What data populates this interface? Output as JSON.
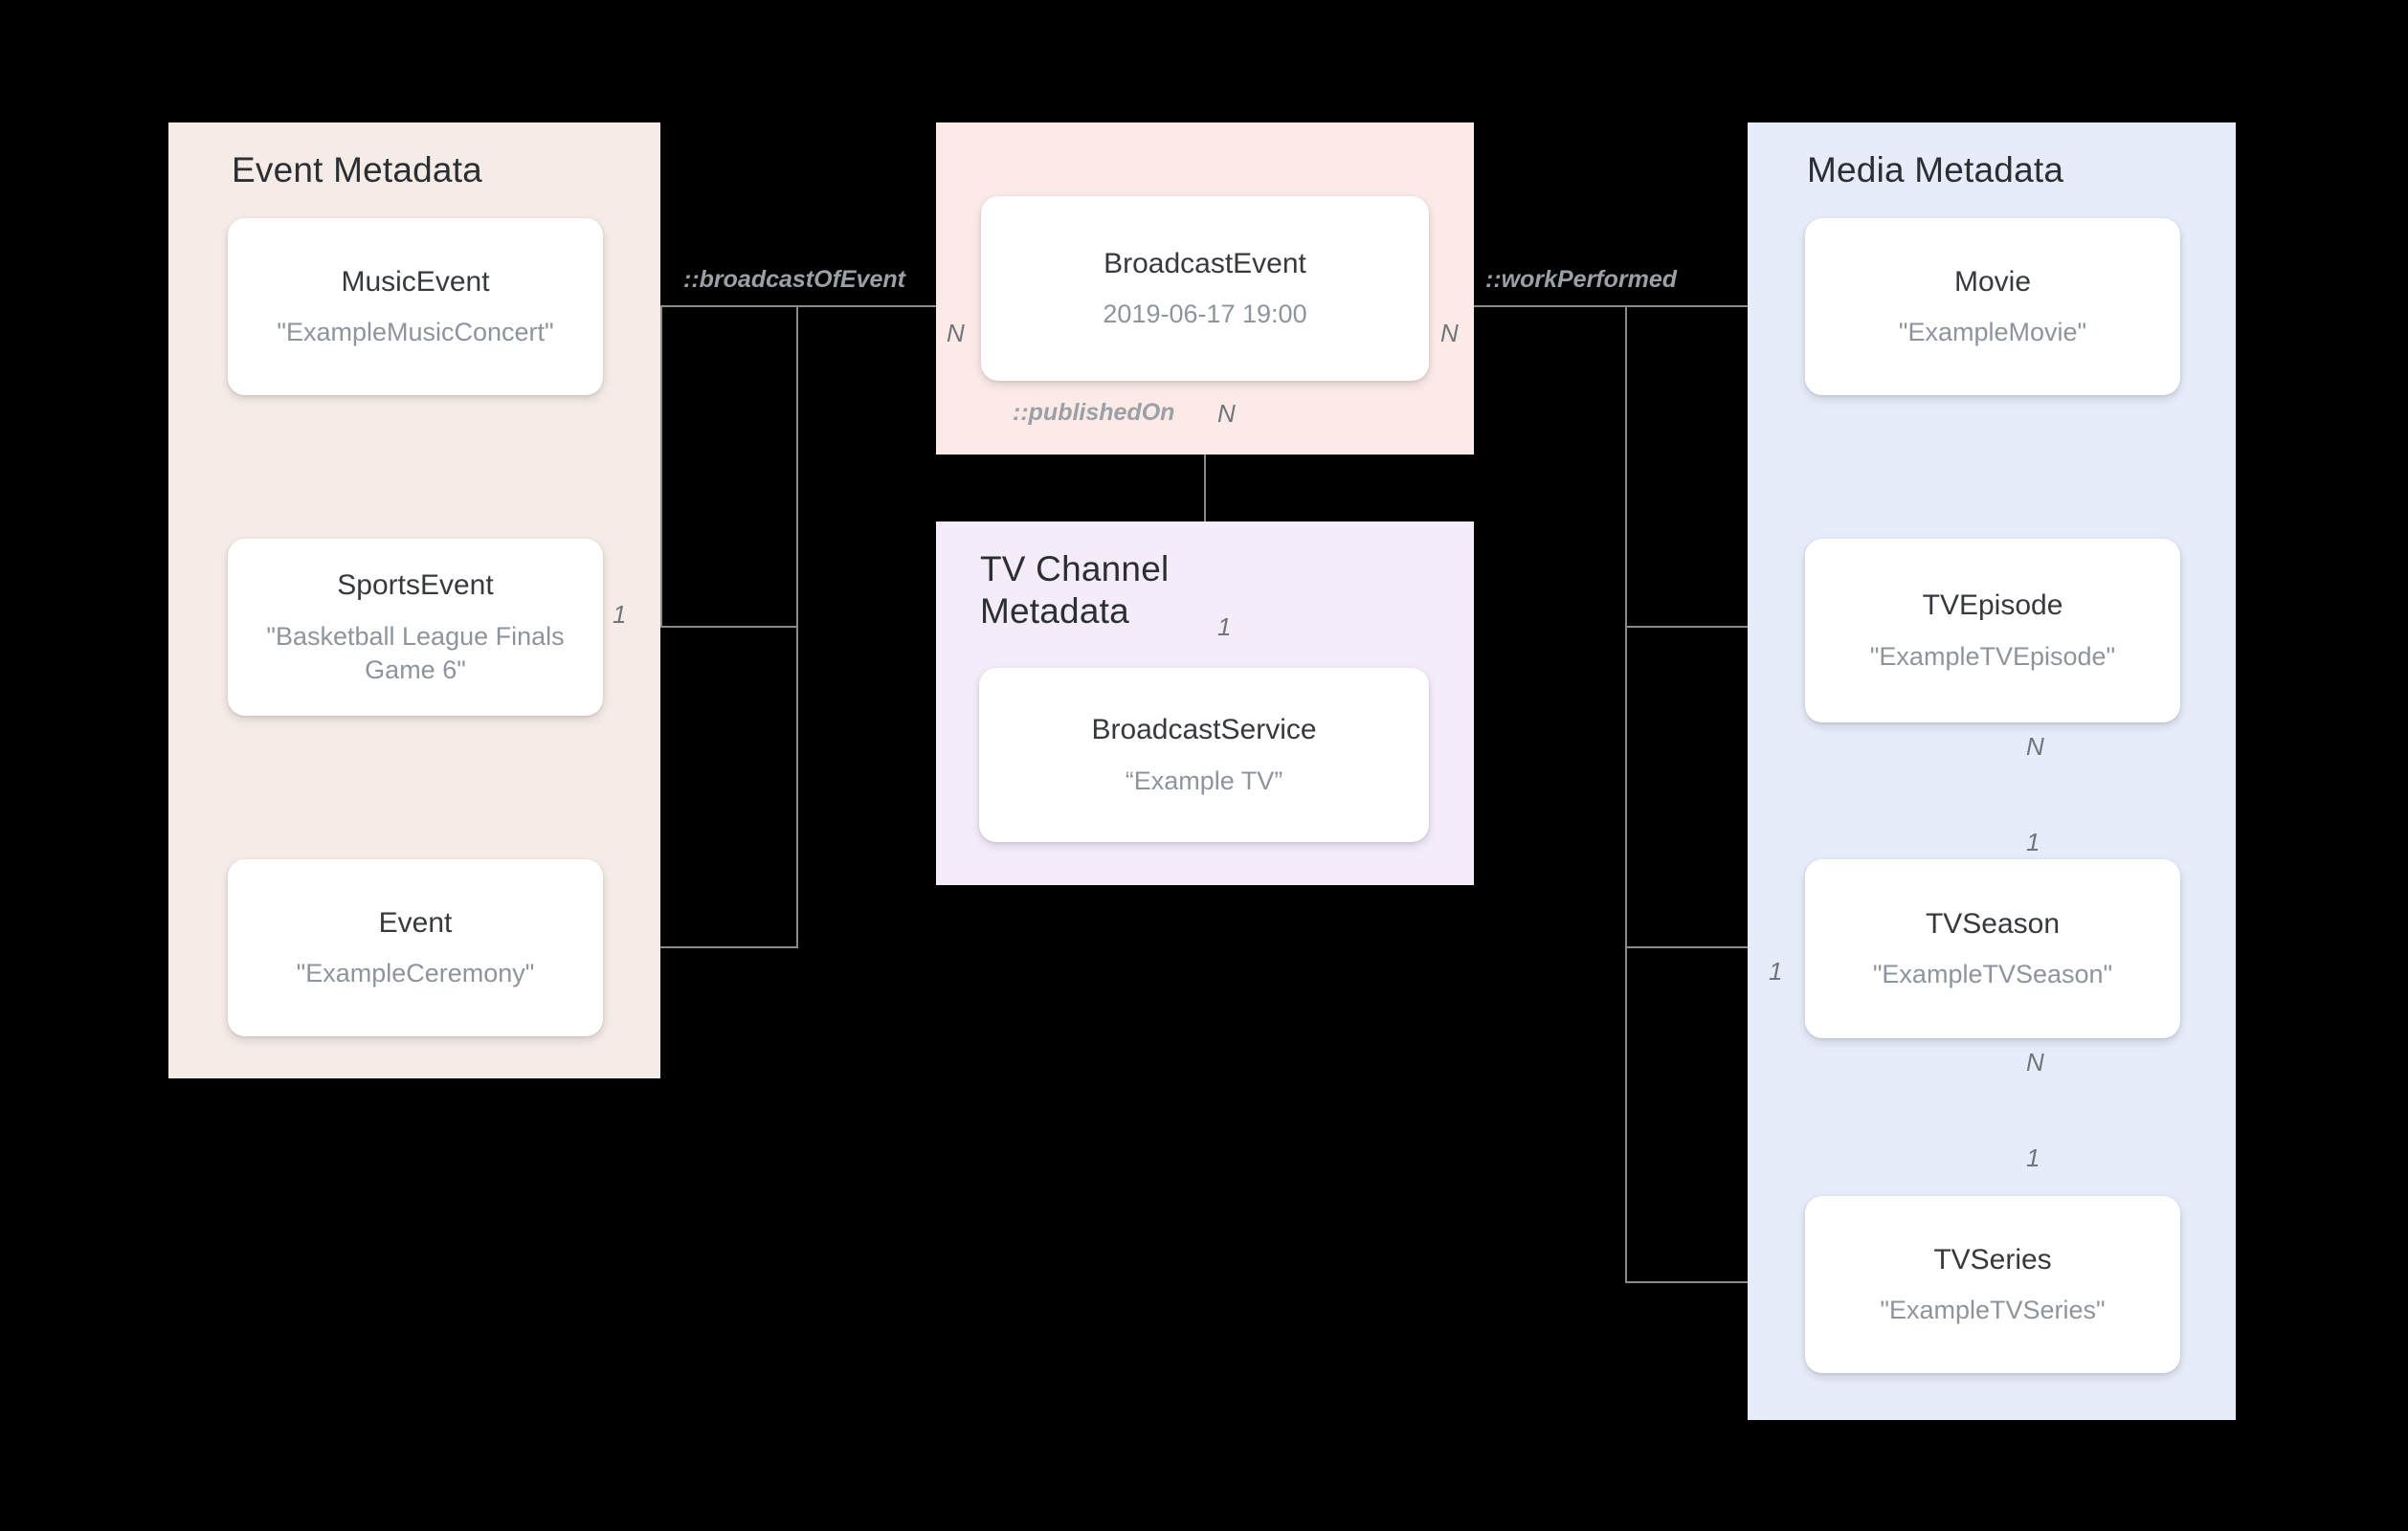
{
  "diagram": {
    "title": "Broadcast / Media metadata entity relationship diagram",
    "colors": {
      "event_panel_bg": "#f5ece7",
      "broadcast_panel_bg": "#fceae8",
      "tvchannel_panel_bg": "#f5ecfa",
      "media_panel_bg": "#e6ecfa",
      "card_bg": "#ffffff",
      "connector": "#8a8a8a",
      "class_text": "#36393d",
      "value_text": "#8e949c",
      "label_text": "#9aa0a6",
      "canvas_bg": "#000000"
    }
  },
  "groups": {
    "event": {
      "title": "Event Metadata"
    },
    "broadcast": {
      "title": ""
    },
    "tvchannel": {
      "title": "TV Channel\nMetadata"
    },
    "media": {
      "title": "Media Metadata"
    }
  },
  "entities": {
    "music_event": {
      "class": "MusicEvent",
      "value": "\"ExampleMusicConcert\""
    },
    "sports_event": {
      "class": "SportsEvent",
      "value": "\"Basketball League Finals Game 6\""
    },
    "event": {
      "class": "Event",
      "value": "\"ExampleCeremony\""
    },
    "broadcast_event": {
      "class": "BroadcastEvent",
      "value": "2019-06-17 19:00"
    },
    "broadcast_service": {
      "class": "BroadcastService",
      "value": "“Example TV”"
    },
    "movie": {
      "class": "Movie",
      "value": "\"ExampleMovie\""
    },
    "tv_episode": {
      "class": "TVEpisode",
      "value": "\"ExampleTVEpisode\""
    },
    "tv_season": {
      "class": "TVSeason",
      "value": "\"ExampleTVSeason\""
    },
    "tv_series": {
      "class": "TVSeries",
      "value": "\"ExampleTVSeries\""
    }
  },
  "relations": {
    "broadcast_of_event": {
      "label": "::broadcastOfEvent"
    },
    "work_performed": {
      "label": "::workPerformed"
    },
    "published_on": {
      "label": "::publishedOn"
    }
  },
  "cardinalities": {
    "sports_event_1": "1",
    "broadcast_event_left_n": "N",
    "broadcast_event_right_n": "N",
    "published_on_n": "N",
    "broadcast_service_1": "1",
    "tv_episode_n": "N",
    "tv_season_1_top": "1",
    "tv_season_1_left": "1",
    "tv_season_n": "N",
    "tv_series_1": "1"
  }
}
